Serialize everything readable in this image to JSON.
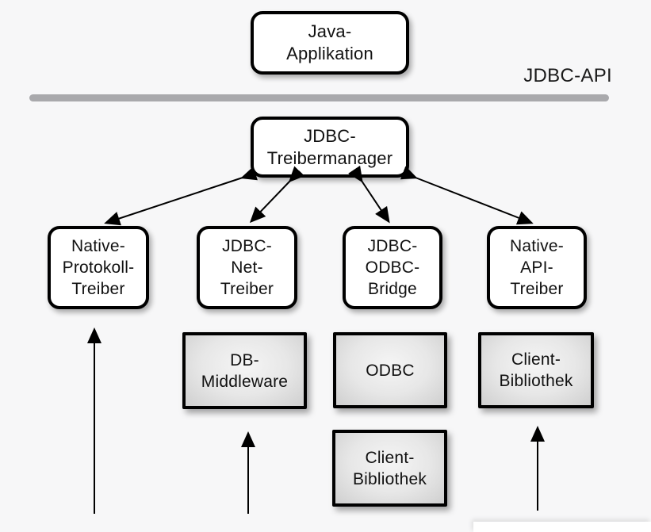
{
  "title": "JDBC architecture diagram",
  "api_label": "JDBC-API",
  "nodes": {
    "java_application": "Java-\nApplikation",
    "jdbc_treibermanager": "JDBC-\nTreibermanager",
    "native_protokoll_treiber": "Native-\nProtokoll-\nTreiber",
    "jdbc_net_treiber": "JDBC-\nNet-\nTreiber",
    "jdbc_odbc_bridge": "JDBC-\nODBC-\nBridge",
    "native_api_treiber": "Native-\nAPI-\nTreiber",
    "db_middleware": "DB-\nMiddleware",
    "odbc": "ODBC",
    "client_bibliothek_native_api": "Client-\nBibliothek",
    "client_bibliothek_odbc": "Client-\nBibliothek"
  },
  "edges": [
    {
      "from": "jdbc_treibermanager",
      "to": "native_protokoll_treiber",
      "style": "double-arrow"
    },
    {
      "from": "jdbc_treibermanager",
      "to": "jdbc_net_treiber",
      "style": "double-arrow"
    },
    {
      "from": "jdbc_treibermanager",
      "to": "jdbc_odbc_bridge",
      "style": "double-arrow"
    },
    {
      "from": "jdbc_treibermanager",
      "to": "native_api_treiber",
      "style": "double-arrow"
    },
    {
      "from": "offscreen-bottom",
      "to": "native_protokoll_treiber",
      "style": "up-arrow"
    },
    {
      "from": "offscreen-bottom",
      "to": "db_middleware",
      "style": "up-arrow"
    },
    {
      "from": "offscreen-bottom",
      "to": "client_bibliothek_native_api",
      "style": "up-arrow"
    }
  ],
  "colors": {
    "background": "#f7f7f8",
    "box_fill": "#ffffff",
    "gray_box_fill": "#e3e3e3",
    "border": "#000000",
    "divider": "#a9a9ac",
    "text": "#111111"
  }
}
